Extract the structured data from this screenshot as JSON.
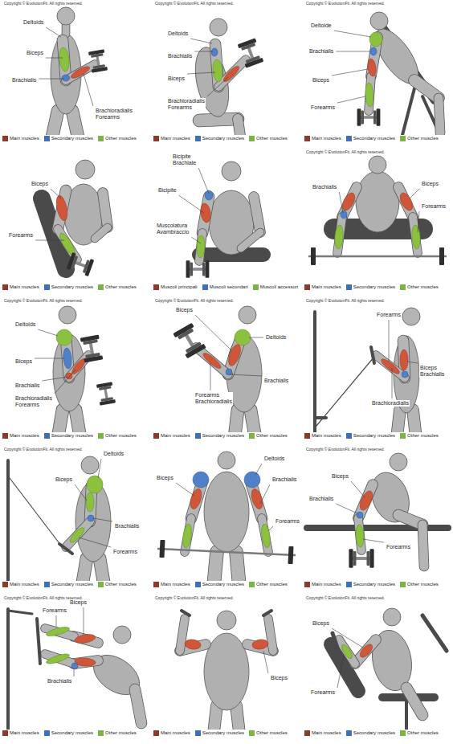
{
  "diagram": {
    "labels": [
      "Copyright © EvolutionFit. All rights reserved.",
      "Deltoids",
      "Biceps",
      "Brachialis",
      "Brachioradialis Forearms",
      "Copyright © EvolutionFit. All rights reserved.",
      "Deltoids",
      "Brachialis",
      "Biceps",
      "Brachioradialis Forearms",
      "Copyright © EvolutionFit. All rights reserved.",
      "Deltoide",
      "Brachialis",
      "Biceps",
      "Forearms",
      "Biceps",
      "Forearms",
      "Bicipite Brachiale",
      "Bicipite",
      "Muscolatura Avambraccio",
      "Copyright © EvolutionFit. All rights reserved.",
      "Brachialis",
      "Biceps",
      "Forearms",
      "Copyright © EvolutionFit. All rights reserved.",
      "Deltoids",
      "Biceps",
      "Brachialis",
      "Brachioradialis Forearms",
      "Copyright © EvolutionFit. All rights reserved.",
      "Biceps",
      "Deltoids",
      "Brachialis",
      "Forearms Brachioradialis",
      "Copyright © EvolutionFit. All rights reserved.",
      "Forearms",
      "Biceps Brachialis",
      "Brachioradialis",
      "Copyright © EvolutionFit. All rights reserved.",
      "Deltoids",
      "Biceps",
      "Brachialis",
      "Forearms",
      "Biceps",
      "Deltoids",
      "Brachialis",
      "Forearms",
      "Copyright © EvolutionFit. All rights reserved.",
      "Biceps",
      "Brachialis",
      "Forearms",
      "Copyright © EvolutionFit. All rights reserved.",
      "Forearms",
      "Biceps",
      "Brachialis",
      "Copyright © EvolutionFit. All rights reserved.",
      "Biceps",
      "Copyright © EvolutionFit. All rights reserved.",
      "Biceps",
      "Forearms"
    ],
    "legend": [
      {
        "text": "Main muscles",
        "color": "#8b3a2b"
      },
      {
        "text": "Secondary muscles",
        "color": "#3f6fb6"
      },
      {
        "text": "Other muscles",
        "color": "#7cb342"
      },
      {
        "text": "Main muscles",
        "color": "#8b3a2b"
      },
      {
        "text": "Secondary muscles",
        "color": "#3f6fb6"
      },
      {
        "text": "Other muscles",
        "color": "#7cb342"
      },
      {
        "text": "Main muscles",
        "color": "#8b3a2b"
      },
      {
        "text": "Secondary muscles",
        "color": "#3f6fb6"
      },
      {
        "text": "Other muscles",
        "color": "#7cb342"
      },
      {
        "text": "Main muscles",
        "color": "#8b3a2b"
      },
      {
        "text": "Secondary muscles",
        "color": "#3f6fb6"
      },
      {
        "text": "Other muscles",
        "color": "#7cb342"
      },
      {
        "text": "Muscoli principali",
        "color": "#8b3a2b"
      },
      {
        "text": "Muscoli secondari",
        "color": "#3f6fb6"
      },
      {
        "text": "Muscoli accessori",
        "color": "#7cb342"
      },
      {
        "text": "Main muscles",
        "color": "#8b3a2b"
      },
      {
        "text": "Secondary muscles",
        "color": "#3f6fb6"
      },
      {
        "text": "Other muscles",
        "color": "#7cb342"
      },
      {
        "text": "Main muscles",
        "color": "#8b3a2b"
      },
      {
        "text": "Secondary muscles",
        "color": "#3f6fb6"
      },
      {
        "text": "Other muscles",
        "color": "#7cb342"
      },
      {
        "text": "Main muscles",
        "color": "#8b3a2b"
      },
      {
        "text": "Secondary muscles",
        "color": "#3f6fb6"
      },
      {
        "text": "Other muscles",
        "color": "#7cb342"
      },
      {
        "text": "Main muscles",
        "color": "#8b3a2b"
      },
      {
        "text": "Secondary muscles",
        "color": "#3f6fb6"
      },
      {
        "text": "Other muscles",
        "color": "#7cb342"
      },
      {
        "text": "Main muscles",
        "color": "#8b3a2b"
      },
      {
        "text": "Secondary muscles",
        "color": "#3f6fb6"
      },
      {
        "text": "Other muscles",
        "color": "#7cb342"
      },
      {
        "text": "Main muscles",
        "color": "#8b3a2b"
      },
      {
        "text": "Secondary muscles",
        "color": "#3f6fb6"
      },
      {
        "text": "Other muscles",
        "color": "#7cb342"
      },
      {
        "text": "Main muscles",
        "color": "#8b3a2b"
      },
      {
        "text": "Secondary muscles",
        "color": "#3f6fb6"
      },
      {
        "text": "Other muscles",
        "color": "#7cb342"
      },
      {
        "text": "Main muscles",
        "color": "#8b3a2b"
      },
      {
        "text": "Secondary muscles",
        "color": "#3f6fb6"
      },
      {
        "text": "Other muscles",
        "color": "#7cb342"
      },
      {
        "text": "Main muscles",
        "color": "#8b3a2b"
      },
      {
        "text": "Secondary muscles",
        "color": "#3f6fb6"
      },
      {
        "text": "Other muscles",
        "color": "#7cb342"
      },
      {
        "text": "Main muscles",
        "color": "#8b3a2b"
      },
      {
        "text": "Secondary muscles",
        "color": "#3f6fb6"
      },
      {
        "text": "Other muscles",
        "color": "#7cb342"
      }
    ]
  }
}
